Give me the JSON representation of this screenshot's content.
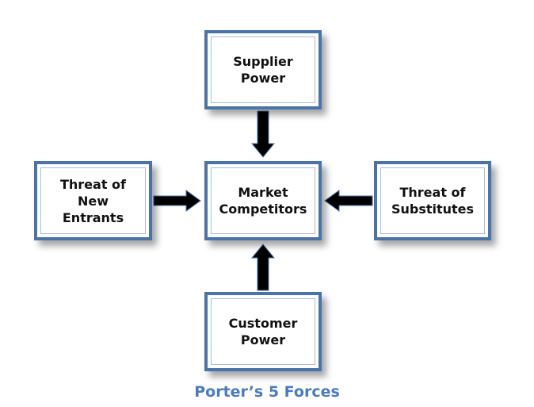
{
  "diagram": {
    "nodes": {
      "supplier": "Supplier\nPower",
      "market": "Market\nCompetitors",
      "customer": "Customer\nPower",
      "entrants": "Threat of\nNew\nEntrants",
      "substitutes": "Threat of\nSubstitutes"
    },
    "edges": [
      {
        "from": "Supplier Power",
        "to": "Market Competitors"
      },
      {
        "from": "Customer Power",
        "to": "Market Competitors"
      },
      {
        "from": "Threat of New Entrants",
        "to": "Market Competitors"
      },
      {
        "from": "Threat of Substitutes",
        "to": "Market Competitors"
      }
    ],
    "caption": "Porter’s 5 Forces",
    "colors": {
      "box_border": "#4a74a8",
      "arrow": "#000000",
      "caption": "#4a7cc0"
    }
  }
}
